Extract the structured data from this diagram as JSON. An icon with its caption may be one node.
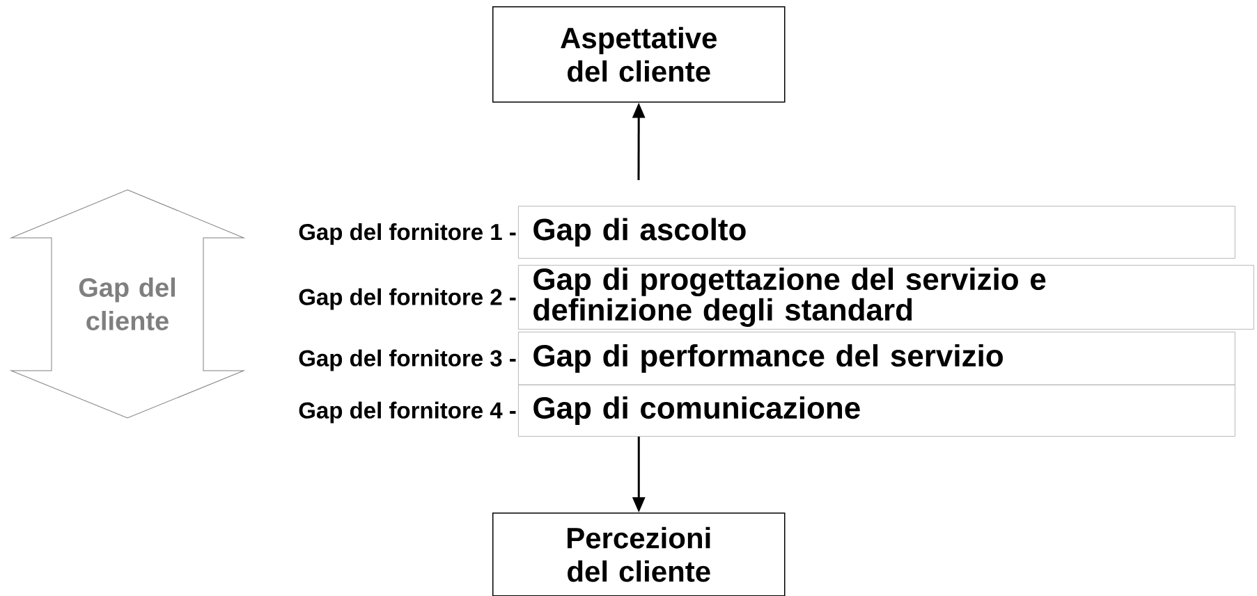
{
  "diagram": {
    "nodes": [
      {
        "text": [
          "Aspettative del cliente"
        ]
      },
      {
        "text": [
          "Gap del cliente"
        ]
      },
      {
        "text": [
          "Gap di ascolto"
        ],
        "beside": [
          "Gap del fornitore 1 -"
        ]
      },
      {
        "text": [
          "Gap di progettazione del servizio e definizione degli standard"
        ],
        "beside": [
          "Gap del fornitore 2 -"
        ]
      },
      {
        "text": [
          "Gap di performance del servizio"
        ],
        "beside": [
          "Gap del fornitore 3 -"
        ]
      },
      {
        "text": [
          "Gap di comunicazione"
        ],
        "beside": [
          "Gap del fornitore 4 -"
        ]
      },
      {
        "text": [
          "Percezioni del cliente"
        ]
      }
    ],
    "edges": [
      {
        "from": null,
        "to": 0,
        "arrow": "to"
      },
      {
        "from": 5,
        "to": 6,
        "arrow": "to"
      }
    ]
  }
}
